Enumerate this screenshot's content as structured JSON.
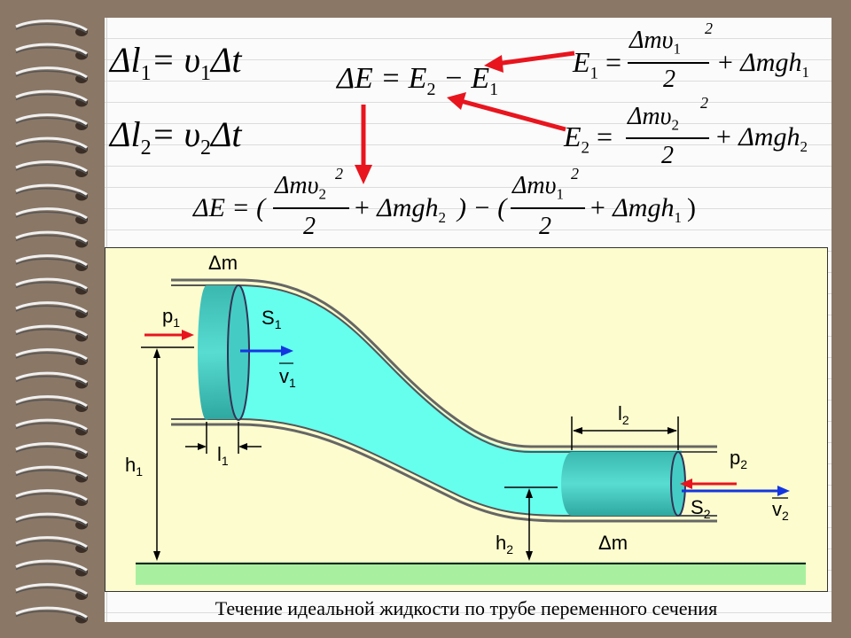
{
  "formulas": {
    "dl1": {
      "lhs": "Δl",
      "sub": "1",
      "rhs": "= υ",
      "rsub": "1",
      "tail": "Δt"
    },
    "dl2": {
      "lhs": "Δl",
      "sub": "2",
      "rhs": "= υ",
      "rsub": "2",
      "tail": "Δt"
    },
    "dE": {
      "text": "ΔE = E",
      "sub": "2",
      "mid": " − E",
      "sub2": "1"
    },
    "E1": {
      "lhs": "E",
      "sub": "1",
      "eq": "=",
      "num": "Δmυ",
      "numsub": "1",
      "sup": "2",
      "den": "2",
      "plus": "+ Δmgh",
      "hsub": "1"
    },
    "E2": {
      "lhs": "E",
      "sub": "2",
      "eq": "=",
      "num": "Δmυ",
      "numsub": "2",
      "sup": "2",
      "den": "2",
      "plus": "+ Δmgh",
      "hsub": "2"
    },
    "full": {
      "lhs": "ΔE = (",
      "num1": "Δmυ",
      "num1sub": "2",
      "num1sup": "2",
      "den1": "2",
      "plus1": "+ Δmgh",
      "h1sub": "2",
      "mid": ") − (",
      "num2": "Δmυ",
      "num2sub": "1",
      "num2sup": "2",
      "den2": "2",
      "plus2": "+ Δmgh",
      "h2sub": "1",
      "end": ")"
    }
  },
  "diagram_labels": {
    "dm_top": "Δm",
    "p1": "p",
    "p1_sub": "1",
    "S1": "S",
    "S1_sub": "1",
    "v1": "v",
    "v1_sub": "1",
    "l1": "l",
    "l1_sub": "1",
    "h1": "h",
    "h1_sub": "1",
    "l2": "l",
    "l2_sub": "2",
    "p2": "p",
    "p2_sub": "2",
    "S2": "S",
    "S2_sub": "2",
    "v2": "v",
    "v2_sub": "2",
    "h2": "h",
    "h2_sub": "2",
    "dm_bottom": "Δm"
  },
  "caption": "Течение идеальной жидкости по трубе переменного сечения",
  "colors": {
    "background": "#8a7766",
    "diagram_bg": "#fcfcce",
    "fluid": "#66ffee",
    "cylinder": "#40c8c0",
    "arrow_red": "#e8151e",
    "arrow_blue": "#1436e0",
    "ground": "#a8f0a0"
  }
}
